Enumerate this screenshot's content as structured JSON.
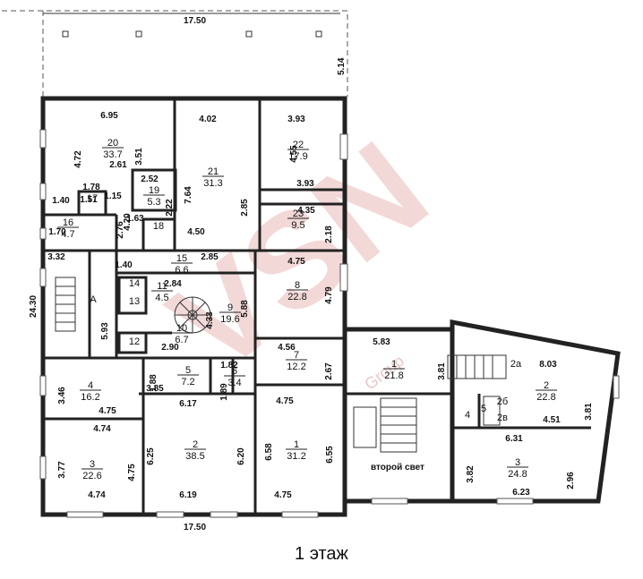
{
  "caption": "1 этаж",
  "watermark": "VSN",
  "watermark_sub": "Group",
  "colors": {
    "wall": "#222222",
    "watermark": "#f0cfcf"
  },
  "top_dims": {
    "width": "17.50",
    "depth": "5.14"
  },
  "outer_dims": {
    "bottom_width": "17.50",
    "left_height": "24.30"
  },
  "second_light": "второй свет",
  "rooms": [
    {
      "id": "r20",
      "num": "20",
      "area": "33.7"
    },
    {
      "id": "r21",
      "num": "21",
      "area": "31.3"
    },
    {
      "id": "r22",
      "num": "22",
      "area": "17.9"
    },
    {
      "id": "r19",
      "num": "19",
      "area": "5.3"
    },
    {
      "id": "r17",
      "num": "17",
      "area": ""
    },
    {
      "id": "r16",
      "num": "16",
      "area": "4.7"
    },
    {
      "id": "r18",
      "num": "18",
      "area": ""
    },
    {
      "id": "r23",
      "num": "23",
      "area": "9.5"
    },
    {
      "id": "r15",
      "num": "15",
      "area": "6.6"
    },
    {
      "id": "r11",
      "num": "11",
      "area": "4.5"
    },
    {
      "id": "r14",
      "num": "14",
      "area": ""
    },
    {
      "id": "r13",
      "num": "13",
      "area": ""
    },
    {
      "id": "r12",
      "num": "12",
      "area": ""
    },
    {
      "id": "r10",
      "num": "10",
      "area": "6.7"
    },
    {
      "id": "r9",
      "num": "9",
      "area": "19.6"
    },
    {
      "id": "r8",
      "num": "8",
      "area": "22.8"
    },
    {
      "id": "r7",
      "num": "7",
      "area": "12.2"
    },
    {
      "id": "rA",
      "num": "A",
      "area": ""
    },
    {
      "id": "r4",
      "num": "4",
      "area": "16.2"
    },
    {
      "id": "r5",
      "num": "5",
      "area": "7.2"
    },
    {
      "id": "r6",
      "num": "6",
      "area": "3.4"
    },
    {
      "id": "r3",
      "num": "3",
      "area": "22.6"
    },
    {
      "id": "r2",
      "num": "2",
      "area": "38.5"
    },
    {
      "id": "r1",
      "num": "1",
      "area": "31.2"
    },
    {
      "id": "e1",
      "num": "1",
      "area": "21.8"
    },
    {
      "id": "e2",
      "num": "2",
      "area": "22.8"
    },
    {
      "id": "e2a",
      "num": "2a",
      "area": ""
    },
    {
      "id": "e3",
      "num": "3",
      "area": "24.8"
    },
    {
      "id": "e4",
      "num": "4",
      "area": ""
    },
    {
      "id": "e5",
      "num": "5",
      "area": ""
    },
    {
      "id": "e2b",
      "num": "2б",
      "area": ""
    },
    {
      "id": "e2v",
      "num": "2в",
      "area": ""
    }
  ],
  "dims": [
    "6.95",
    "4.02",
    "3.93",
    "4.72",
    "3.51",
    "4.55",
    "2.61",
    "7.64",
    "2.52",
    "2.22",
    "3.93",
    "1.78",
    "1.15",
    "1.51",
    "1.40",
    "4.20",
    "2.76",
    "2.85",
    "4.35",
    "2.18",
    "1.63",
    "1.70",
    "4.50",
    "3.32",
    "1.40",
    "2.85",
    "4.75",
    "2.84",
    "5.88",
    "4.79",
    "4.33",
    "5.93",
    "2.90",
    "4.56",
    "2.67",
    "1.88",
    "1.82",
    "1.89",
    "3.85",
    "3.46",
    "4.75",
    "4.74",
    "6.17",
    "4.75",
    "6.25",
    "6.20",
    "6.58",
    "6.55",
    "3.77",
    "4.75",
    "4.74",
    "6.19",
    "4.75",
    "5.83",
    "3.81",
    "8.03",
    "3.81",
    "4.51",
    "6.31",
    "3.82",
    "2.96",
    "6.23"
  ]
}
